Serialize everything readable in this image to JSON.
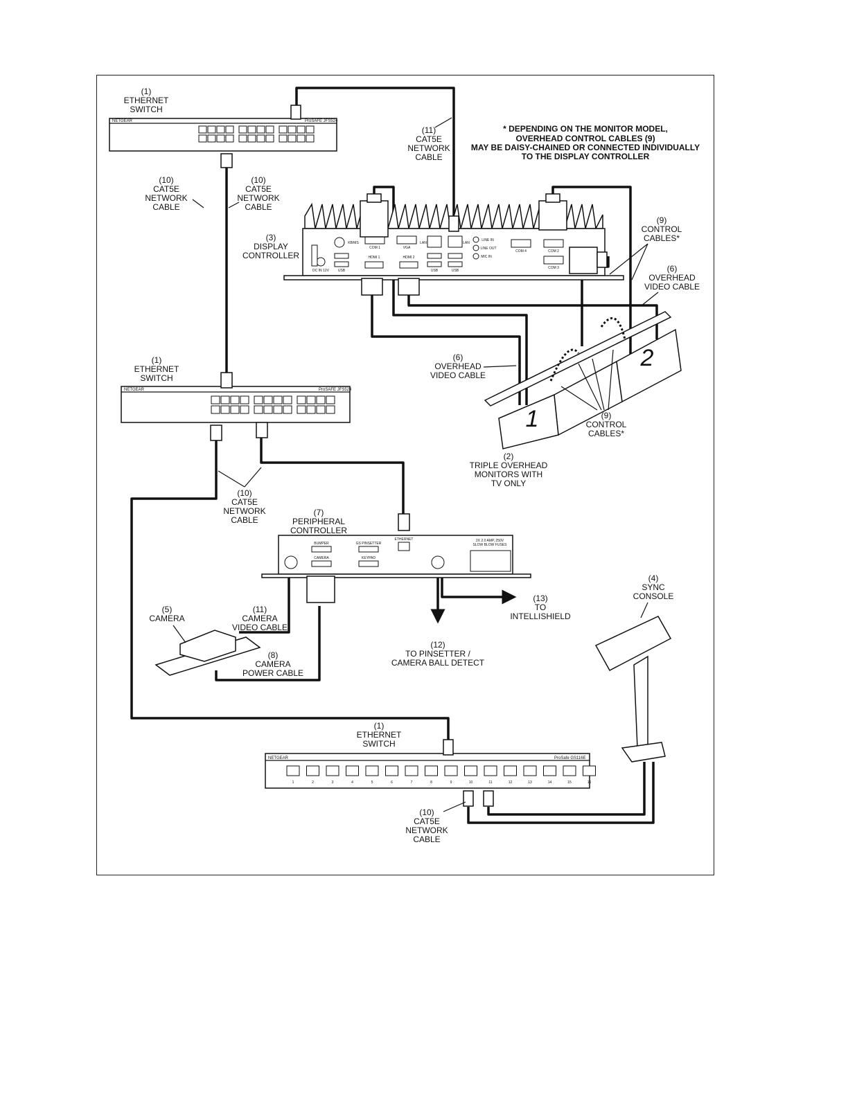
{
  "note": {
    "line1": "* DEPENDING ON THE MONITOR MODEL,",
    "line2": "OVERHEAD CONTROL CABLES (9)",
    "line3": "MAY BE DAISY-CHAINED OR CONNECTED INDIVIDUALLY",
    "line4": "TO THE DISPLAY CONTROLLER"
  },
  "switch_top": {
    "num": "(1)",
    "l1": "ETHERNET",
    "l2": "SWITCH",
    "brand": "NETGEAR",
    "model": "ProSAFE JFS524"
  },
  "switch_mid": {
    "num": "(1)",
    "l1": "ETHERNET",
    "l2": "SWITCH",
    "brand": "NETGEAR",
    "model": "ProSAFE JFS524"
  },
  "switch_bot": {
    "num": "(1)",
    "l1": "ETHERNET",
    "l2": "SWITCH",
    "brand": "NETGEAR",
    "model": "ProSafe GS116E",
    "ports": [
      "1",
      "2",
      "3",
      "4",
      "5",
      "6",
      "7",
      "8",
      "9",
      "10",
      "11",
      "12",
      "13",
      "14",
      "15",
      "16"
    ]
  },
  "cable_11_top": {
    "num": "(11)",
    "l1": "CAT5E",
    "l2": "NETWORK",
    "l3": "CABLE"
  },
  "cable_10_left": {
    "num": "(10)",
    "l1": "CAT5E",
    "l2": "NETWORK",
    "l3": "CABLE"
  },
  "cable_10_right": {
    "num": "(10)",
    "l1": "CAT5E",
    "l2": "NETWORK",
    "l3": "CABLE"
  },
  "cable_10_mid": {
    "num": "(10)",
    "l1": "CAT5E",
    "l2": "NETWORK",
    "l3": "CABLE"
  },
  "cable_10_bot": {
    "num": "(10)",
    "l1": "CAT5E",
    "l2": "NETWORK",
    "l3": "CABLE"
  },
  "display_controller": {
    "num": "(3)",
    "l1": "DISPLAY",
    "l2": "CONTROLLER",
    "ports": {
      "kbms": "KB/MS",
      "com1": "COM 1",
      "vga": "VGA",
      "lan1": "LAN",
      "lan2": "LAN",
      "line_in": "LINE IN",
      "line_out": "LINE OUT",
      "mic_in": "MIC IN",
      "com4": "COM 4",
      "com2": "COM 2",
      "com3": "COM 3",
      "hdmi1": "HDMI 1",
      "hdmi2": "HDMI 2",
      "usb1": "USB",
      "usb2": "USB",
      "usb3": "USB",
      "dc": "DC IN 12V"
    }
  },
  "control_cables_top": {
    "num": "(9)",
    "l1": "CONTROL",
    "l2": "CABLES*"
  },
  "overhead_video_right": {
    "num": "(6)",
    "l1": "OVERHEAD",
    "l2": "VIDEO CABLE"
  },
  "overhead_video_left": {
    "num": "(6)",
    "l1": "OVERHEAD",
    "l2": "VIDEO CABLE"
  },
  "control_cables_bot": {
    "num": "(9)",
    "l1": "CONTROL",
    "l2": "CABLES*"
  },
  "monitors": {
    "num": "(2)",
    "l1": "TRIPLE OVERHEAD",
    "l2": "MONITORS WITH",
    "l3": "TV ONLY",
    "m1": "1",
    "m2": "2"
  },
  "peripheral_controller": {
    "num": "(7)",
    "l1": "PERIPHERAL",
    "l2": "CONTROLLER",
    "ports": {
      "bumper": "BUMPER",
      "camera": "CAMERA",
      "gs_pinsetter": "GS PINSETTER",
      "keypad": "KEYPAD",
      "ethernet": "ETHERNET",
      "fuse1": "2X 2.0 AMP, 250V",
      "fuse2": "SLOW BLOW FUSES"
    }
  },
  "camera": {
    "num": "(5)",
    "l1": "CAMERA"
  },
  "camera_video": {
    "num": "(11)",
    "l1": "CAMERA",
    "l2": "VIDEO CABLE"
  },
  "camera_power": {
    "num": "(8)",
    "l1": "CAMERA",
    "l2": "POWER CABLE"
  },
  "pinsetter": {
    "num": "(12)",
    "l1": "TO PINSETTER /",
    "l2": "CAMERA BALL DETECT"
  },
  "intellishield": {
    "num": "(13)",
    "l1": "TO",
    "l2": "INTELLISHIELD"
  },
  "sync_console": {
    "num": "(4)",
    "l1": "SYNC",
    "l2": "CONSOLE"
  }
}
